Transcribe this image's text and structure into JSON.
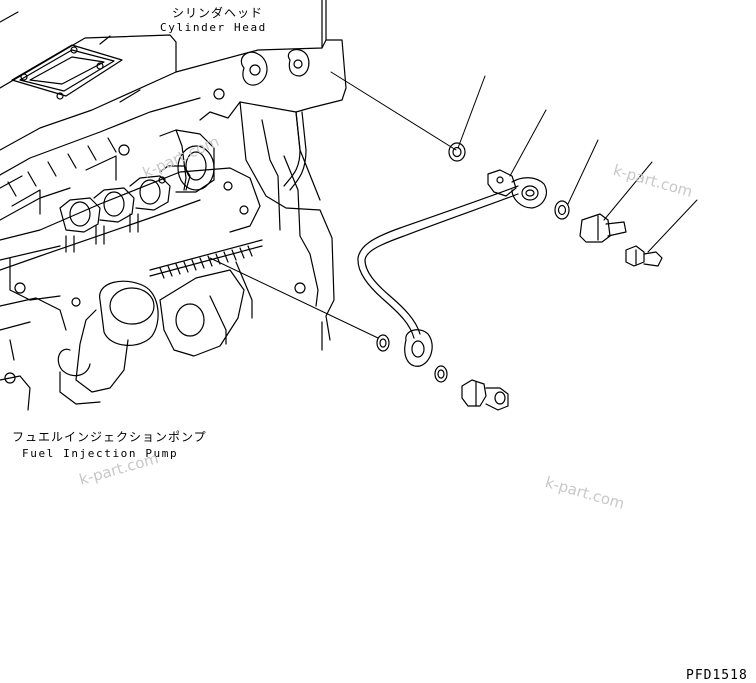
{
  "labels": {
    "cylinder_head_jp": "シリンダヘッド",
    "cylinder_head_en": "Cylinder Head",
    "fuel_pump_jp": "フュエルインジェクションポンプ",
    "fuel_pump_en": "Fuel Injection Pump"
  },
  "watermarks": [
    "k-part.com",
    "k-part.com",
    "k-part.com",
    "k-part.com"
  ],
  "drawing_code": "PFD1518",
  "colors": {
    "line": "#000000",
    "paper": "#ffffff",
    "watermark": "#c8c8c8"
  }
}
